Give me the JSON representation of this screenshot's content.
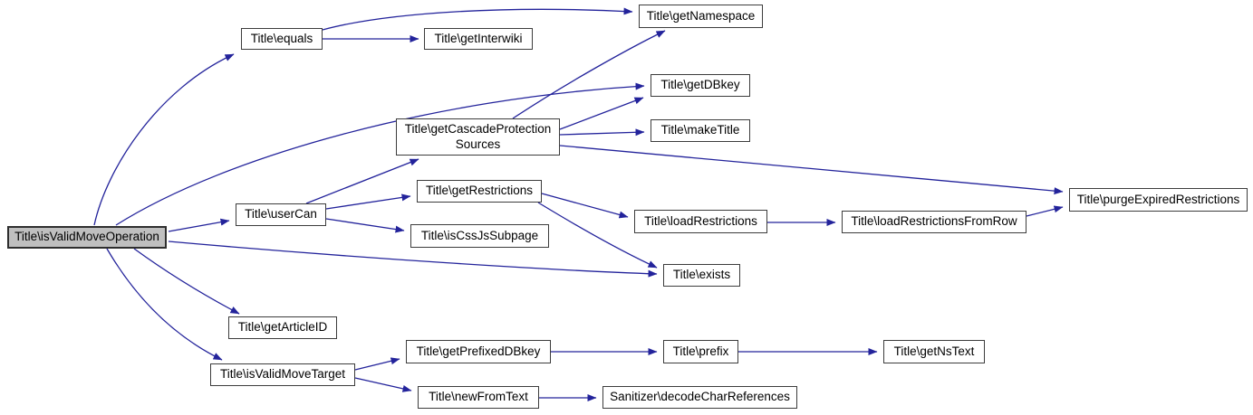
{
  "diagram": {
    "type": "call-graph",
    "root_function": "Title\\isValidMoveOperation",
    "colors": {
      "edge": "#23239b",
      "node_border": "#3c3c3c",
      "node_fill": "#ffffff",
      "main_node_fill": "#bfbfbf",
      "text": "#000000",
      "background": "#ffffff"
    },
    "nodes": {
      "isValidMoveOperation": {
        "label": "Title\\isValidMoveOperation"
      },
      "equals": {
        "label": "Title\\equals"
      },
      "getInterwiki": {
        "label": "Title\\getInterwiki"
      },
      "getNamespace": {
        "label": "Title\\getNamespace"
      },
      "getDBkey": {
        "label": "Title\\getDBkey"
      },
      "getCascadeProtectionSources": {
        "label": "Title\\getCascadeProtection\nSources"
      },
      "makeTitle": {
        "label": "Title\\makeTitle"
      },
      "userCan": {
        "label": "Title\\userCan"
      },
      "getRestrictions": {
        "label": "Title\\getRestrictions"
      },
      "isCssJsSubpage": {
        "label": "Title\\isCssJsSubpage"
      },
      "loadRestrictions": {
        "label": "Title\\loadRestrictions"
      },
      "loadRestrictionsFromRow": {
        "label": "Title\\loadRestrictionsFromRow"
      },
      "purgeExpiredRestrictions": {
        "label": "Title\\purgeExpiredRestrictions"
      },
      "exists": {
        "label": "Title\\exists"
      },
      "getArticleID": {
        "label": "Title\\getArticleID"
      },
      "isValidMoveTarget": {
        "label": "Title\\isValidMoveTarget"
      },
      "getPrefixedDBkey": {
        "label": "Title\\getPrefixedDBkey"
      },
      "prefix": {
        "label": "Title\\prefix"
      },
      "getNsText": {
        "label": "Title\\getNsText"
      },
      "newFromText": {
        "label": "Title\\newFromText"
      },
      "decodeCharReferences": {
        "label": "Sanitizer\\decodeCharReferences"
      }
    },
    "edges": [
      {
        "from": "isValidMoveOperation",
        "to": "equals"
      },
      {
        "from": "isValidMoveOperation",
        "to": "getDBkey"
      },
      {
        "from": "isValidMoveOperation",
        "to": "userCan"
      },
      {
        "from": "isValidMoveOperation",
        "to": "exists"
      },
      {
        "from": "isValidMoveOperation",
        "to": "getArticleID"
      },
      {
        "from": "isValidMoveOperation",
        "to": "isValidMoveTarget"
      },
      {
        "from": "equals",
        "to": "getNamespace"
      },
      {
        "from": "equals",
        "to": "getInterwiki"
      },
      {
        "from": "getCascadeProtectionSources",
        "to": "getNamespace"
      },
      {
        "from": "getCascadeProtectionSources",
        "to": "getDBkey"
      },
      {
        "from": "getCascadeProtectionSources",
        "to": "makeTitle"
      },
      {
        "from": "getCascadeProtectionSources",
        "to": "purgeExpiredRestrictions"
      },
      {
        "from": "userCan",
        "to": "getCascadeProtectionSources"
      },
      {
        "from": "userCan",
        "to": "getRestrictions"
      },
      {
        "from": "userCan",
        "to": "isCssJsSubpage"
      },
      {
        "from": "getRestrictions",
        "to": "loadRestrictions"
      },
      {
        "from": "getRestrictions",
        "to": "exists"
      },
      {
        "from": "loadRestrictions",
        "to": "loadRestrictionsFromRow"
      },
      {
        "from": "loadRestrictionsFromRow",
        "to": "purgeExpiredRestrictions"
      },
      {
        "from": "isValidMoveTarget",
        "to": "getPrefixedDBkey"
      },
      {
        "from": "isValidMoveTarget",
        "to": "newFromText"
      },
      {
        "from": "getPrefixedDBkey",
        "to": "prefix"
      },
      {
        "from": "prefix",
        "to": "getNsText"
      },
      {
        "from": "newFromText",
        "to": "decodeCharReferences"
      }
    ]
  }
}
